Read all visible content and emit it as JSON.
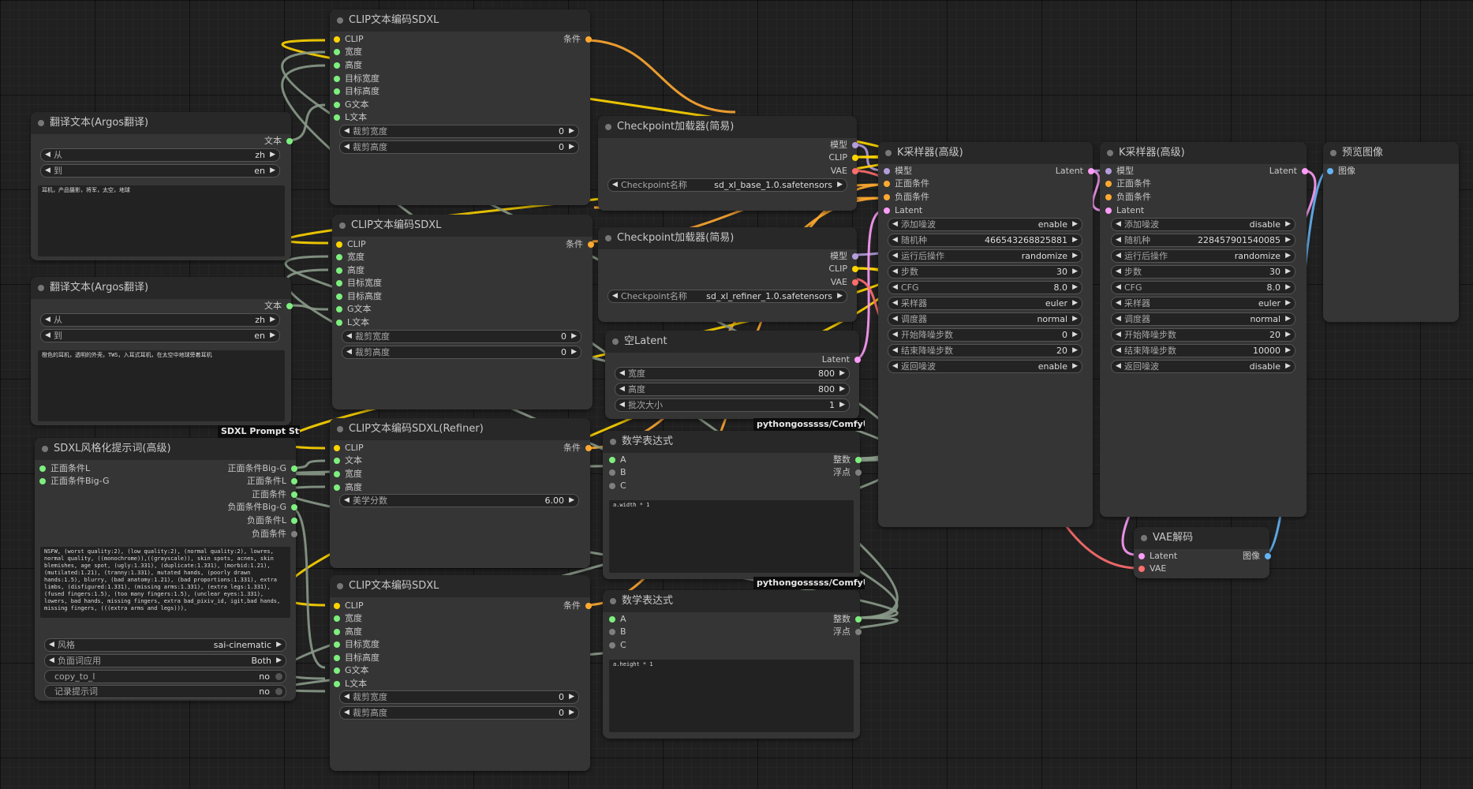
{
  "colors": {
    "clip": "#ffd500",
    "conditioning": "#ffa931",
    "model": "#b39ddb",
    "vae": "#ff6e6e",
    "latent": "#ff9cf9",
    "image": "#64b5f6",
    "number": "#7eef7e",
    "string": "#7f7f7f",
    "wire_grey": "#8a9a8a"
  },
  "badges": {
    "styler": "SDXL Prompt Styler",
    "math1": "pythongosssss/ComfyUI-C...",
    "math2": "pythongosssss/ComfyUI-C..."
  },
  "nodes": {
    "clip1": {
      "title": "CLIP文本编码SDXL",
      "inputs": [
        "CLIP",
        "宽度",
        "高度",
        "目标宽度",
        "目标高度",
        "G文本",
        "L文本"
      ],
      "output": "条件",
      "w1_label": "裁剪宽度",
      "w1_value": "0",
      "w2_label": "裁剪高度",
      "w2_value": "0"
    },
    "clip2": {
      "title": "CLIP文本编码SDXL",
      "inputs": [
        "CLIP",
        "宽度",
        "高度",
        "目标宽度",
        "目标高度",
        "G文本",
        "L文本"
      ],
      "output": "条件",
      "w1_label": "裁剪宽度",
      "w1_value": "0",
      "w2_label": "裁剪高度",
      "w2_value": "0"
    },
    "clip3": {
      "title": "CLIP文本编码SDXL(Refiner)",
      "inputs": [
        "CLIP",
        "文本",
        "宽度",
        "高度"
      ],
      "output": "条件",
      "w1_label": "美学分数",
      "w1_value": "6.00"
    },
    "clip4": {
      "title": "CLIP文本编码SDXL",
      "inputs": [
        "CLIP",
        "宽度",
        "高度",
        "目标宽度",
        "目标高度",
        "G文本",
        "L文本"
      ],
      "output": "条件",
      "w1_label": "裁剪宽度",
      "w1_value": "0",
      "w2_label": "裁剪高度",
      "w2_value": "0"
    },
    "translate1": {
      "title": "翻译文本(Argos翻译)",
      "output": "文本",
      "from_label": "从",
      "from_value": "zh",
      "to_label": "到",
      "to_value": "en",
      "text": "耳机，产品摄影，将军，太空，地球"
    },
    "translate2": {
      "title": "翻译文本(Argos翻译)",
      "output": "文本",
      "from_label": "从",
      "from_value": "zh",
      "to_label": "到",
      "to_value": "en",
      "text": "橙色的耳机，透明的外壳，TWS，入耳式耳机，在太空中地球旁着耳机"
    },
    "styler": {
      "title": "SDXL风格化提示词(高级)",
      "inputs": [
        "正面条件L",
        "正面条件Big-G"
      ],
      "outputs": [
        "正面条件Big-G",
        "正面条件L",
        "正面条件",
        "负面条件Big-G",
        "负面条件L",
        "负面条件"
      ],
      "text": "NSFW, (worst quality:2), (low quality:2), (normal quality:2), lowres, normal quality, ((monochrome)),((grayscale)), skin spots, acnes, skin blemishes, age spot, (ugly:1.331), (duplicate:1.331), (morbid:1.21), (mutilated:1.21), (tranny:1.331), mutated hands, (poorly drawn hands:1.5), blurry, (bad anatomy:1.21), (bad proportions:1.331), extra limbs, (disfigured:1.331), (missing arms:1.331), (extra legs:1.331), (fused fingers:1.5), (too many fingers:1.5), (unclear eyes:1.331), lowers, bad hands, missing fingers, extra bad_pixiv_id, igit,bad hands, missing fingers, (((extra arms and legs))),",
      "style_label": "风格",
      "style_value": "sai-cinematic",
      "neg_label": "负面词应用",
      "neg_value": "Both",
      "copy_label": "copy_to_l",
      "copy_value": "no",
      "log_label": "记录提示词",
      "log_value": "no"
    },
    "ckpt1": {
      "title": "Checkpoint加载器(简易)",
      "outputs": [
        "模型",
        "CLIP",
        "VAE"
      ],
      "w_label": "Checkpoint名称",
      "w_value": "sd_xl_base_1.0.safetensors"
    },
    "ckpt2": {
      "title": "Checkpoint加载器(简易)",
      "outputs": [
        "模型",
        "CLIP",
        "VAE"
      ],
      "w_label": "Checkpoint名称",
      "w_value": "sd_xl_refiner_1.0.safetensors"
    },
    "latent": {
      "title": "空Latent",
      "output": "Latent",
      "widgets": [
        {
          "label": "宽度",
          "value": "800"
        },
        {
          "label": "高度",
          "value": "800"
        },
        {
          "label": "批次大小",
          "value": "1"
        }
      ]
    },
    "math1": {
      "title": "数学表达式",
      "inputs": [
        "A",
        "B",
        "C"
      ],
      "outputs": [
        "整数",
        "浮点"
      ],
      "text": "a.width * 1"
    },
    "math2": {
      "title": "数学表达式",
      "inputs": [
        "A",
        "B",
        "C"
      ],
      "outputs": [
        "整数",
        "浮点"
      ],
      "text": "a.height * 1"
    },
    "ks1": {
      "title": "K采样器(高级)",
      "inputs": [
        "模型",
        "正面条件",
        "负面条件",
        "Latent"
      ],
      "output": "Latent",
      "widgets": [
        {
          "label": "添加噪波",
          "value": "enable"
        },
        {
          "label": "随机种",
          "value": "466543268825881"
        },
        {
          "label": "运行后操作",
          "value": "randomize"
        },
        {
          "label": "步数",
          "value": "30"
        },
        {
          "label": "CFG",
          "value": "8.0"
        },
        {
          "label": "采样器",
          "value": "euler"
        },
        {
          "label": "调度器",
          "value": "normal"
        },
        {
          "label": "开始降噪步数",
          "value": "0"
        },
        {
          "label": "结束降噪步数",
          "value": "20"
        },
        {
          "label": "返回噪波",
          "value": "enable"
        }
      ]
    },
    "ks2": {
      "title": "K采样器(高级)",
      "inputs": [
        "模型",
        "正面条件",
        "负面条件",
        "Latent"
      ],
      "output": "Latent",
      "widgets": [
        {
          "label": "添加噪波",
          "value": "disable"
        },
        {
          "label": "随机种",
          "value": "228457901540085"
        },
        {
          "label": "运行后操作",
          "value": "randomize"
        },
        {
          "label": "步数",
          "value": "30"
        },
        {
          "label": "CFG",
          "value": "8.0"
        },
        {
          "label": "采样器",
          "value": "euler"
        },
        {
          "label": "调度器",
          "value": "normal"
        },
        {
          "label": "开始降噪步数",
          "value": "20"
        },
        {
          "label": "结束降噪步数",
          "value": "10000"
        },
        {
          "label": "返回噪波",
          "value": "disable"
        }
      ]
    },
    "preview": {
      "title": "预览图像",
      "input": "图像"
    },
    "vae": {
      "title": "VAE解码",
      "inputs": [
        "Latent",
        "VAE"
      ],
      "output": "图像"
    }
  }
}
